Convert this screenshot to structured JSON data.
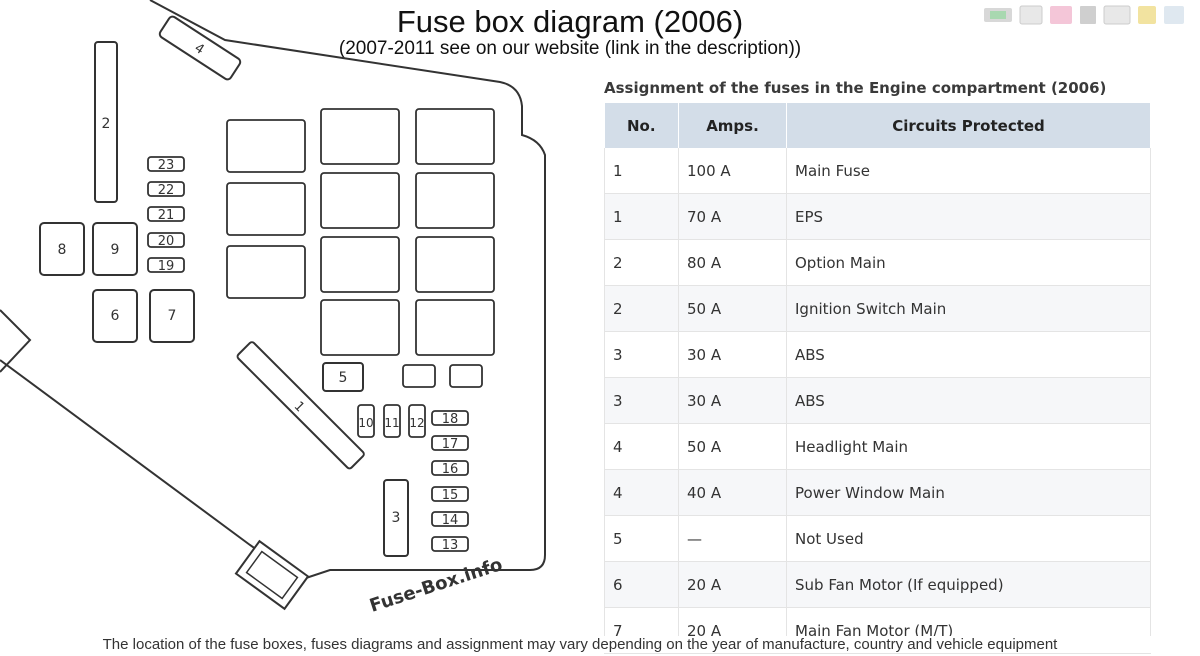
{
  "header": {
    "title": "Fuse box diagram (2006)",
    "subtitle": "(2007-2011 see on our website (link in the description))"
  },
  "diagram": {
    "fuse_labels": [
      "1",
      "2",
      "3",
      "4",
      "5",
      "6",
      "7",
      "8",
      "9",
      "10",
      "11",
      "12",
      "13",
      "14",
      "15",
      "16",
      "17",
      "18",
      "19",
      "20",
      "21",
      "22",
      "23"
    ],
    "watermark": "Fuse-Box.info"
  },
  "table": {
    "title": "Assignment of the fuses in the Engine compartment (2006)",
    "headers": [
      "No.",
      "Amps.",
      "Circuits Protected"
    ],
    "rows": [
      {
        "no": "1",
        "amps": "100 A",
        "circuit": "Main Fuse"
      },
      {
        "no": "1",
        "amps": "70 A",
        "circuit": "EPS"
      },
      {
        "no": "2",
        "amps": "80 A",
        "circuit": "Option Main"
      },
      {
        "no": "2",
        "amps": "50 A",
        "circuit": "Ignition Switch Main"
      },
      {
        "no": "3",
        "amps": "30 A",
        "circuit": "ABS"
      },
      {
        "no": "3",
        "amps": "30 A",
        "circuit": "ABS"
      },
      {
        "no": "4",
        "amps": "50 A",
        "circuit": "Headlight Main"
      },
      {
        "no": "4",
        "amps": "40 A",
        "circuit": "Power Window Main"
      },
      {
        "no": "5",
        "amps": "—",
        "circuit": "Not Used"
      },
      {
        "no": "6",
        "amps": "20 A",
        "circuit": "Sub Fan Motor (If equipped)"
      },
      {
        "no": "7",
        "amps": "20 A",
        "circuit": "Main Fan Motor (M/T)"
      }
    ]
  },
  "footer": {
    "note": "The location of the fuse boxes, fuses diagrams and assignment may vary depending on the year of manufacture, country and vehicle equipment"
  },
  "colors": {
    "table_header_bg": "#d3dde8",
    "outline": "#333333",
    "watermark": "#c9c9c9"
  }
}
